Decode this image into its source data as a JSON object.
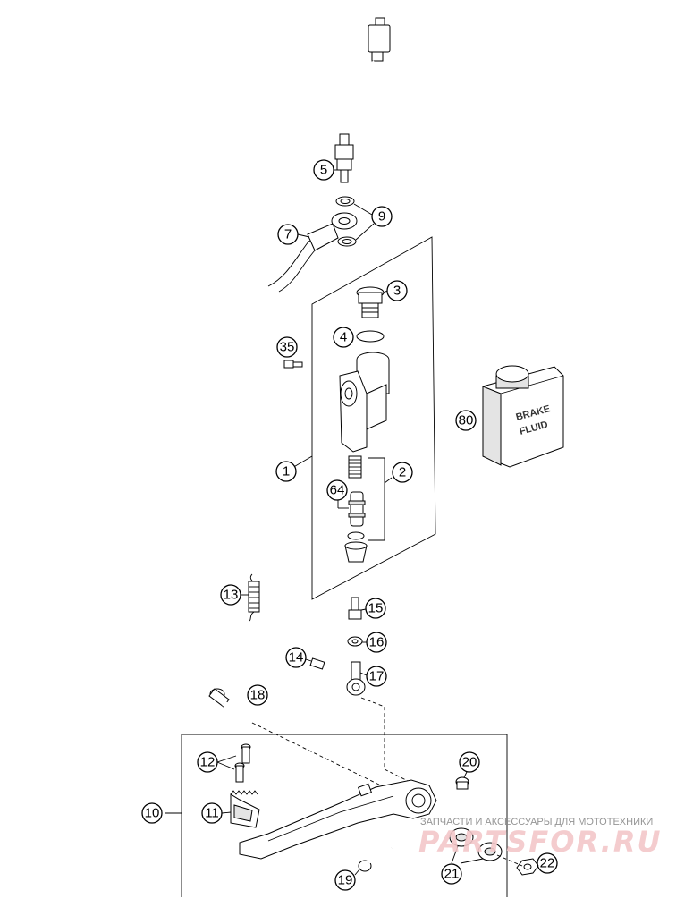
{
  "callouts": {
    "c1": "1",
    "c2": "2",
    "c3": "3",
    "c4": "4",
    "c5": "5",
    "c7": "7",
    "c9": "9",
    "c10": "10",
    "c11": "11",
    "c12": "12",
    "c13": "13",
    "c14": "14",
    "c15": "15",
    "c16": "16",
    "c17": "17",
    "c18": "18",
    "c19": "19",
    "c20": "20",
    "c21": "21",
    "c22": "22",
    "c35": "35",
    "c64": "64",
    "c80": "80"
  },
  "bottle_label": {
    "line1": "BRAKE",
    "line2": "FLUID"
  },
  "watermark": {
    "tagline": "ЗАПЧАСТИ И АКСЕССУАРЫ ДЛЯ МОТОТЕХНИКИ",
    "logo": "PARTSFOR.RU"
  }
}
